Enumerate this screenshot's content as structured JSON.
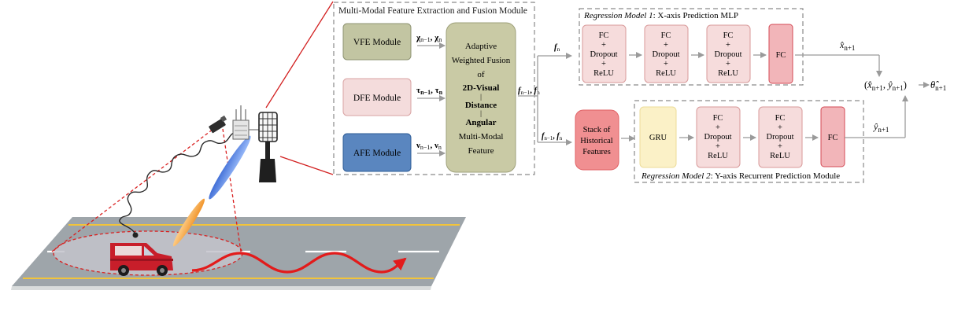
{
  "colors": {
    "vfe": "#c2c5a2",
    "dfe": "#f4dcdc",
    "afe": "#5a86bf",
    "fusion": "#c9caa5",
    "fc_light": "#f6dcdc",
    "fc_dark": "#f2b5b9",
    "stack": "#f08f91",
    "gru": "#fbf1c7",
    "road": "#9ea5aa",
    "trajectory": "#e21b1b"
  },
  "feature_module": {
    "title": "Multi-Modal Feature Extraction and Fusion Module",
    "vfe": "VFE Module",
    "dfe": "DFE Module",
    "afe": "AFE Module",
    "vfe_out": {
      "main": "χ",
      "sub1": "n−1",
      "sep": ", ",
      "main2": "χ",
      "sub2": "n"
    },
    "dfe_out": {
      "main": "τ",
      "sub1": "n−1",
      "sep": ", ",
      "main2": "τ",
      "sub2": "n"
    },
    "afe_out": {
      "main": "ν",
      "sub1": "n−1",
      "sep": ", ",
      "main2": "ν",
      "sub2": "n"
    },
    "fusion": {
      "line1": "Adaptive",
      "line2": "Weighted Fusion",
      "line3": "of",
      "line4": "2D-Visual",
      "sep1": "|",
      "line5": "Distance",
      "sep2": "|",
      "line6": "Angular",
      "line7": "Multi-Modal",
      "line8": "Feature"
    }
  },
  "signals": {
    "fusion_out": {
      "a": "f",
      "a_sub": "n−1",
      "sep": ", ",
      "b": "f",
      "b_sub": "n"
    },
    "to_mlp": {
      "a": "f",
      "a_sub": "n"
    },
    "to_stack": {
      "a": "f",
      "a_sub": "n−1",
      "sep": ", ",
      "b": "f",
      "b_sub": "n"
    }
  },
  "regression1": {
    "title_italic": "Regression Model 1",
    "title_rest": ": X-axis Prediction MLP",
    "block": [
      "FC",
      "+",
      "Dropout",
      "+",
      "ReLU"
    ],
    "fc": "FC",
    "output": {
      "sym": "x̂",
      "sub": "n+1"
    }
  },
  "regression2": {
    "title_italic": "Regression Model 2",
    "title_rest": ": Y-axis Recurrent Prediction Module",
    "gru": "GRU",
    "block": [
      "FC",
      "+",
      "Dropout",
      "+",
      "ReLU"
    ],
    "fc": "FC",
    "output": {
      "sym": "ŷ",
      "sub": "n+1"
    }
  },
  "stack": {
    "line1": "Stack of",
    "line2": "Historical",
    "line3": "Features"
  },
  "final": {
    "open": "(",
    "x": "x̂",
    "x_sub": "n+1",
    "sep": ", ",
    "y": "ŷ",
    "y_sub": "n+1",
    "close": ")",
    "theta": "θ̂",
    "theta_sub": "n+1"
  }
}
